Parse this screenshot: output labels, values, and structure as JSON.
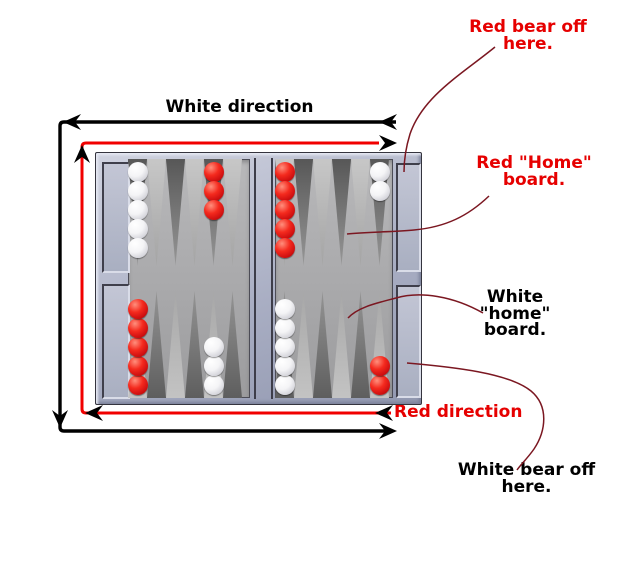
{
  "direction_labels": {
    "white": {
      "label": "White direction",
      "color": "#000000"
    },
    "red": {
      "label": "Red direction",
      "color": "#e60000"
    }
  },
  "annotations": {
    "red_bear_off": {
      "lines": [
        "Red bear off",
        "here."
      ],
      "color": "#e60000"
    },
    "red_home": {
      "lines": [
        "Red \"Home\"",
        "board."
      ],
      "color": "#e60000"
    },
    "white_home": {
      "lines": [
        "White",
        "\"home\"",
        "board."
      ],
      "color": "#000000"
    },
    "white_bear_off": {
      "lines": [
        "White bear off",
        "here."
      ],
      "color": "#000000"
    }
  },
  "board": {
    "points_per_quadrant": 6,
    "quadrants": {
      "top_left": {
        "pattern": [
          "dark",
          "light",
          "dark",
          "light",
          "dark",
          "light"
        ]
      },
      "top_right": {
        "pattern": [
          "light",
          "dark",
          "light",
          "dark",
          "light",
          "dark"
        ]
      },
      "bottom_left": {
        "pattern": [
          "light",
          "dark",
          "light",
          "dark",
          "light",
          "dark"
        ]
      },
      "bottom_right": {
        "pattern": [
          "dark",
          "light",
          "dark",
          "light",
          "dark",
          "light"
        ]
      }
    },
    "stacks": [
      {
        "quadrant": "top_left",
        "point": 1,
        "color": "white",
        "count": 5
      },
      {
        "quadrant": "top_left",
        "point": 5,
        "color": "red",
        "count": 3
      },
      {
        "quadrant": "top_right",
        "point": 1,
        "color": "red",
        "count": 5
      },
      {
        "quadrant": "top_right",
        "point": 6,
        "color": "white",
        "count": 2
      },
      {
        "quadrant": "bottom_left",
        "point": 1,
        "color": "red",
        "count": 5
      },
      {
        "quadrant": "bottom_left",
        "point": 5,
        "color": "white",
        "count": 3
      },
      {
        "quadrant": "bottom_right",
        "point": 1,
        "color": "white",
        "count": 5
      },
      {
        "quadrant": "bottom_right",
        "point": 6,
        "color": "red",
        "count": 2
      }
    ]
  },
  "colors": {
    "background": "#ffffff",
    "red_text": "#e60000",
    "black_text": "#000000",
    "white_direction_arrow": "#000000",
    "red_direction_arrow": "#f10000",
    "annotation_line": "#7b1721",
    "board_frame": "#b0b5ca",
    "board_field": "#a8a8aa",
    "point_dark": "#636363",
    "point_light": "#bdbdbd",
    "checker_red": "#f12a1e",
    "checker_white": "#f6f6f8"
  }
}
